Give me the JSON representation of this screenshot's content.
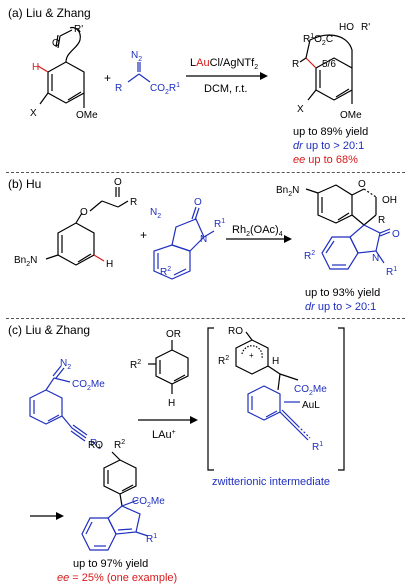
{
  "sections": {
    "a": {
      "title": "(a) Liu & Zhang",
      "reactant1": {
        "O": "O",
        "R": "R'",
        "H": "H",
        "X": "X",
        "OMe": "OMe"
      },
      "plus": "+",
      "reactant2": {
        "N2": "N",
        "N2_sub": "2",
        "R": "R",
        "CO2R": "CO",
        "CO2R_sub": "2",
        "CO2R_tail": "R",
        "CO2R_sup": "1"
      },
      "conditions": {
        "catalyst_pre": "L",
        "catalyst_au": "Au",
        "catalyst_post": "Cl/AgNTf",
        "catalyst_sub": "2",
        "solvent": "DCM, r.t."
      },
      "product": {
        "R1O2C_R": "R",
        "R1O2C_sup": "1",
        "R1O2C_tail": "O",
        "R1O2C_sub": "2",
        "R1O2C_end": "C",
        "HO": "HO",
        "Rp": "R'",
        "R": "R",
        "ring": "5/6",
        "X": "X",
        "OMe": "OMe"
      },
      "results": {
        "yield": "up to 89% yield",
        "dr_it": "dr",
        "dr_rest": " up to > 20:1",
        "ee_it": "ee",
        "ee_rest": " up to 68%"
      }
    },
    "b": {
      "title": "(b) Hu",
      "reactant1": {
        "Bn2N": "Bn",
        "Bn2N_sub": "2",
        "Bn2N_tail": "N",
        "H": "H",
        "O": "O",
        "O2": "O",
        "R": "R"
      },
      "plus": "+",
      "reactant2": {
        "N2": "N",
        "N2_sub": "2",
        "O": "O",
        "N": "N",
        "R1": "R",
        "R1_sup": "1",
        "R2": "R",
        "R2_sup": "2"
      },
      "conditions": {
        "catalyst": "Rh",
        "catalyst_sub": "2",
        "catalyst_tail": "(OAc)",
        "catalyst_sub2": "4"
      },
      "product": {
        "Bn2N": "Bn",
        "Bn2N_sub": "2",
        "Bn2N_tail": "N",
        "O": "O",
        "OH": "OH",
        "R": "R",
        "O2": "O",
        "N": "N",
        "R1": "R",
        "R1_sup": "1",
        "R2": "R",
        "R2_sup": "2"
      },
      "results": {
        "yield": "up to 93% yield",
        "dr_it": "dr",
        "dr_rest": " up to > 20:1"
      }
    },
    "c": {
      "title": "(c) Liu & Zhang",
      "reactant1": {
        "N2": "N",
        "N2_sub": "2",
        "CO2Me": "CO",
        "CO2Me_sub": "2",
        "CO2Me_tail": "Me",
        "R1": "R",
        "R1_sub": "1"
      },
      "reactant2": {
        "OR": "OR",
        "R2": "R",
        "R2_sup": "2",
        "H": "H"
      },
      "conditions": {
        "catalyst": "LAu",
        "catalyst_sup": "+"
      },
      "intermediate": {
        "RO": "RO",
        "R2": "R",
        "R2_sup": "2",
        "plus": "+",
        "H": "H",
        "CO2Me": "CO",
        "CO2Me_sub": "2",
        "CO2Me_tail": "Me",
        "AuL": "AuL",
        "R1": "R",
        "R1_sup": "1",
        "label": "zwitterionic intermediate"
      },
      "product": {
        "RO": "RO",
        "R2": "R",
        "R2_sup": "2",
        "CO2Me": "CO",
        "CO2Me_sub": "2",
        "CO2Me_tail": "Me",
        "R1": "R",
        "R1_sup": "1"
      },
      "results": {
        "yield": "up to 97% yield",
        "ee_it": "ee",
        "ee_rest": " = 25% (one example)"
      }
    }
  },
  "colors": {
    "blue": "#1f2fbf",
    "red": "#d81a1a",
    "black": "#000000",
    "separator": "#555555"
  }
}
